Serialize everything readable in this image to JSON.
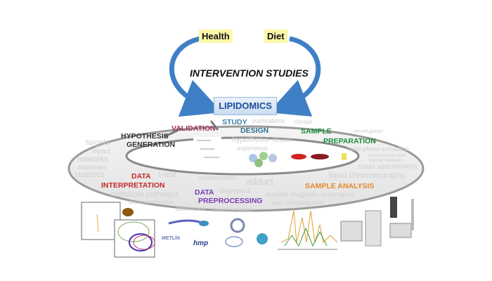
{
  "top": {
    "health": "Health",
    "diet": "Diet",
    "intervention": "INTERVENTION STUDIES",
    "lipidomics": "LIPIDOMICS"
  },
  "stages": {
    "validation": "VALIDATION",
    "study": "STUDY",
    "design": "DESIGN",
    "sample_prep_1": "SAMPLE",
    "sample_prep_2": "PREPARATION",
    "hypothesis_1": "HYPOTHESIS",
    "hypothesis_2": "GENERATION",
    "interp_1": "DATA",
    "interp_2": "INTERPRETATION",
    "preproc_1": "DATA",
    "preproc_2": "PREPROCESSING",
    "analysis": "SAMPLE ANALYSIS"
  },
  "colors": {
    "validation": "#a3325e",
    "study": "#3b7fa8",
    "sample_prep": "#1e8b3c",
    "hypothesis": "#333333",
    "interpretation": "#c42a2a",
    "preprocessing": "#7a3db3",
    "analysis": "#e38a2c",
    "arrow": "#3f7fc6"
  },
  "ring_words": [
    "publications",
    "storage",
    "hypothesis",
    "experience",
    "filtration",
    "centrifugation",
    "solid phase extraction",
    "protein precipitation",
    "internal standards",
    "mass spectrometry",
    "liquid chromatography",
    "nuclear magnetic resonance",
    "gas chromatography",
    "databases",
    "bioinformatics",
    "metabolic pathways",
    "discriminant analysis",
    "normalization",
    "adduct",
    "alignment",
    "statistics",
    "networks",
    "databases",
    "targets",
    "impact",
    "t-test"
  ],
  "bottom": {
    "metlin": "METLIN",
    "hmp": "hmp"
  }
}
